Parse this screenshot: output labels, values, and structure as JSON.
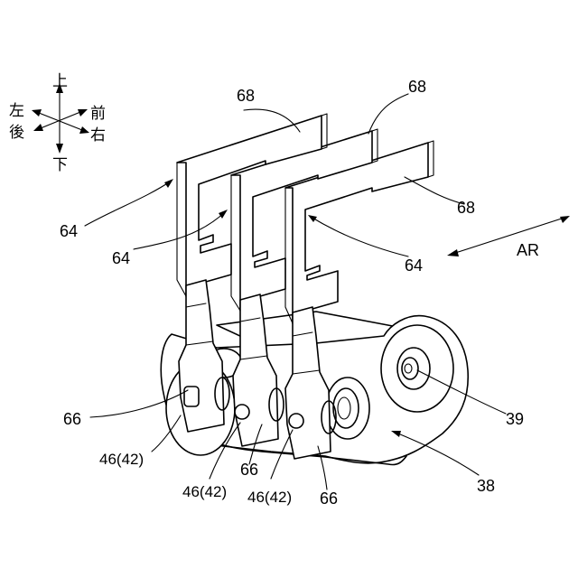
{
  "directions": {
    "up": "上",
    "down": "下",
    "left": "左",
    "right": "右",
    "front": "前",
    "rear": "後"
  },
  "arrow_label": "AR",
  "labels": {
    "l68a": "68",
    "l68b": "68",
    "l68c": "68",
    "l64a": "64",
    "l64b": "64",
    "l64c": "64",
    "l66a": "66",
    "l66b": "66",
    "l66c": "66",
    "l39": "39",
    "l38": "38",
    "l46a": "46(42)",
    "l46b": "46(42)",
    "l46c": "46(42)"
  }
}
